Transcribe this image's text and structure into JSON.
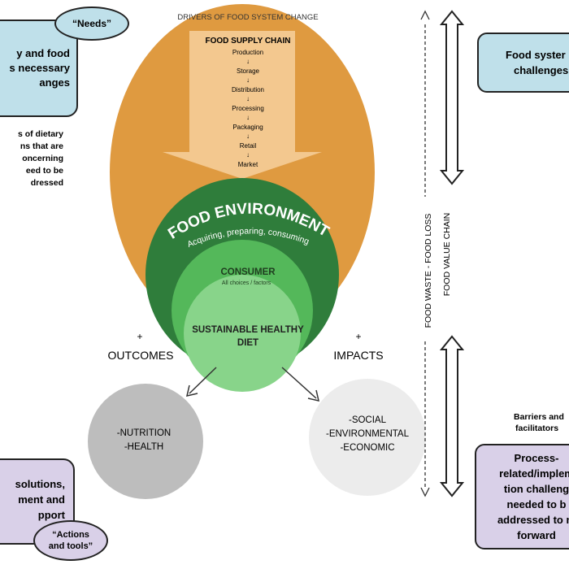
{
  "header": {
    "drivers": "DRIVERS OF FOOD SYSTEM CHANGE"
  },
  "supply_chain": {
    "title": "FOOD SUPPLY CHAIN",
    "steps": [
      "Production",
      "Storage",
      "Distribution",
      "Processing",
      "Packaging",
      "Retail",
      "Market"
    ],
    "arrow_glyph": "↓"
  },
  "food_environment": {
    "title": "FOOD ENVIRONMENT",
    "subtitle": "Acquiring, preparing, consuming"
  },
  "consumer": {
    "title": "CONSUMER",
    "subtitle": "All choices / factors"
  },
  "diet": {
    "line1": "SUSTAINABLE HEALTHY",
    "line2": "DIET"
  },
  "outcomes": {
    "plus": "+",
    "label": "OUTCOMES",
    "items": [
      "-NUTRITION",
      "-HEALTH"
    ]
  },
  "impacts": {
    "plus": "+",
    "label": "IMPACTS",
    "items": [
      "-SOCIAL",
      "-ENVIRONMENTAL",
      "-ECONOMIC"
    ]
  },
  "vertical_labels": {
    "waste_loss": "FOOD WASTE  - FOOD LOSS",
    "value_chain": "FOOD  VALUE CHAIN"
  },
  "left_top": {
    "bubble": "“Needs”",
    "box_lines": [
      "y and food",
      "s necessary",
      "anges"
    ],
    "note_lines": [
      "s of dietary",
      "ns that are",
      "oncerning",
      "eed to be",
      "dressed"
    ]
  },
  "left_bottom": {
    "box_lines": [
      "solutions,",
      "ment and",
      "pport"
    ],
    "bubble_lines": [
      "“Actions",
      "and tools”"
    ]
  },
  "right_top": {
    "box_lines": [
      "Food syster",
      "challenges"
    ]
  },
  "right_bottom": {
    "note_lines": [
      "Barriers and",
      "facilitators"
    ],
    "box_lines": [
      "Process-",
      "related/implem",
      "tion challeng",
      "needed to b",
      "addressed to m",
      "forward"
    ]
  },
  "colors": {
    "orange": "#df9a40",
    "supply_arrow": "#f3c88f",
    "dark_green": "#2f7d3b",
    "mid_green": "#54b85a",
    "light_green": "#88d48a",
    "gray_circle": "#bdbdbd",
    "light_circle": "#ececec",
    "blue_box": "#bfe0ea",
    "purple_box": "#d9d0e8"
  }
}
